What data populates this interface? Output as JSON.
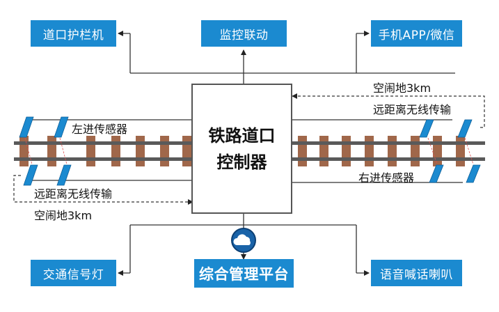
{
  "center": {
    "line1": "铁路道口",
    "line2": "控制器"
  },
  "top_boxes": {
    "left": "道口护栏机",
    "middle": "监控联动",
    "right": "手机APP/微信"
  },
  "bottom_boxes": {
    "left": "交通信号灯",
    "middle": "综合管理平台",
    "right": "语音喊话喇叭"
  },
  "sensors": {
    "left": "左进传感器",
    "right": "右进传感器"
  },
  "wireless_right": {
    "distance": "空闹地3km",
    "type": "远距离无线传输"
  },
  "wireless_left": {
    "type": "远距离无线传输",
    "distance": "空闹地3km"
  },
  "icons": {
    "cloud": "cloud-icon"
  },
  "colors": {
    "box": "#1b8ad0",
    "sleeper": "#a0674a",
    "rail": "#555555",
    "sensor": "#1b8ad0"
  }
}
